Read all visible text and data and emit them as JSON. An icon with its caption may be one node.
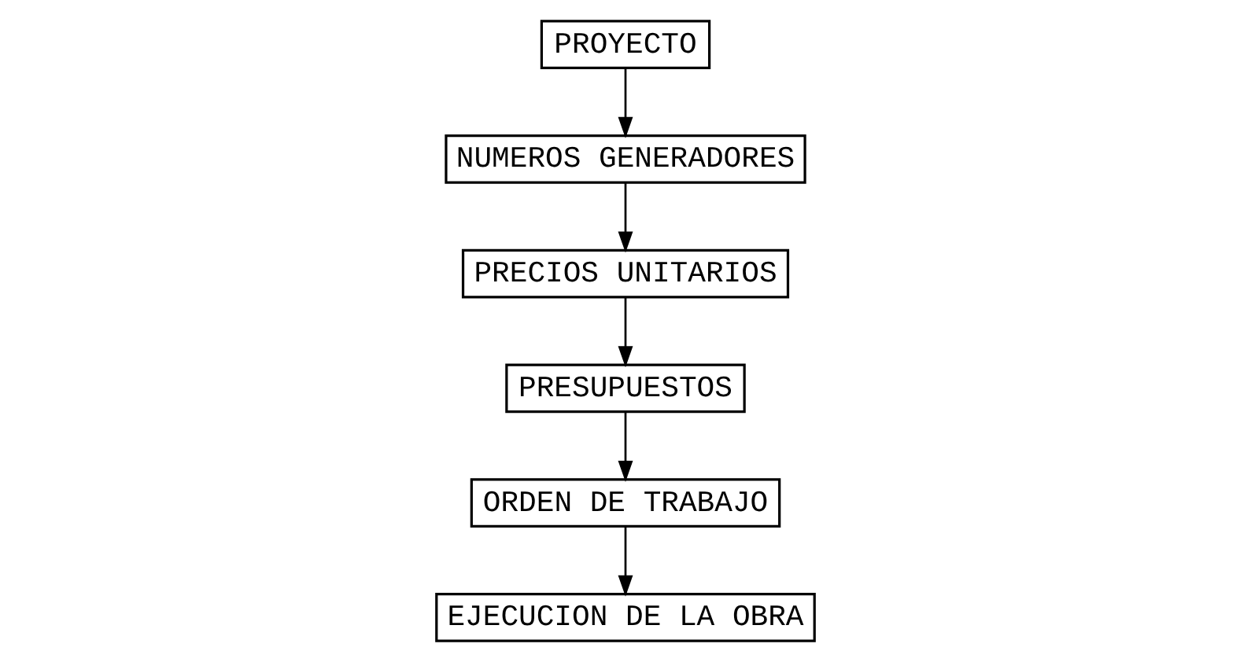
{
  "diagram": {
    "nodes": [
      {
        "text": [
          "PROYECTO"
        ]
      },
      {
        "text": [
          "NUMEROS GENERADORES"
        ]
      },
      {
        "text": [
          "PRECIOS UNITARIOS"
        ]
      },
      {
        "text": [
          "PRESUPUESTOS"
        ]
      },
      {
        "text": [
          "ORDEN DE TRABAJO"
        ]
      },
      {
        "text": [
          "EJECUCION DE LA OBRA"
        ]
      }
    ],
    "edges": [
      {
        "from": 0,
        "to": 1,
        "arrow": "to"
      },
      {
        "from": 1,
        "to": 2,
        "arrow": "to"
      },
      {
        "from": 2,
        "to": 3,
        "arrow": "to"
      },
      {
        "from": 3,
        "to": 4,
        "arrow": "to"
      },
      {
        "from": 4,
        "to": 5,
        "arrow": "to"
      }
    ]
  }
}
